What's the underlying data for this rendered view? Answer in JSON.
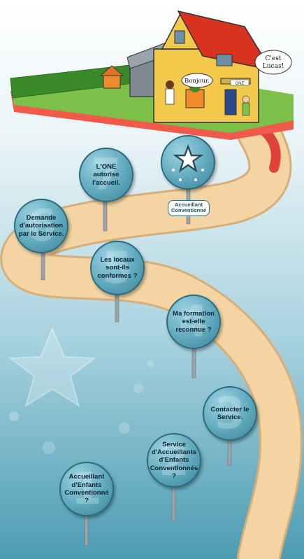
{
  "speech": {
    "bonjour": "Bonjour.",
    "lucas": "C'est Lucas!"
  },
  "house": {
    "plaque": "ONE"
  },
  "final": {
    "tag": "Accueillant Conventionné"
  },
  "steps": [
    {
      "number": "1",
      "label": "Accueillant d'Enfants Conventionné ?"
    },
    {
      "number": "2",
      "label": "Service d'Accueillants d'Enfants Conventionnés ?"
    },
    {
      "number": "3",
      "label": "Contacter le Service."
    },
    {
      "number": "4",
      "label": "Ma formation est-elle reconnue ?"
    },
    {
      "number": "5",
      "label": "Les locaux sont-ils conformes ?"
    },
    {
      "number": "6",
      "label": "Demande d'autorisation par le Service."
    },
    {
      "number": "7",
      "label": "L'ONE autorise l'accueil."
    }
  ],
  "colors": {
    "sky_top": "#ffffff",
    "sky_bottom": "#4d9cb3",
    "path": "#f3d4a2",
    "path_edge": "#d7ae78",
    "roof": "#d9321e",
    "wall": "#f3c94b",
    "sign": "#5fa9bd"
  }
}
